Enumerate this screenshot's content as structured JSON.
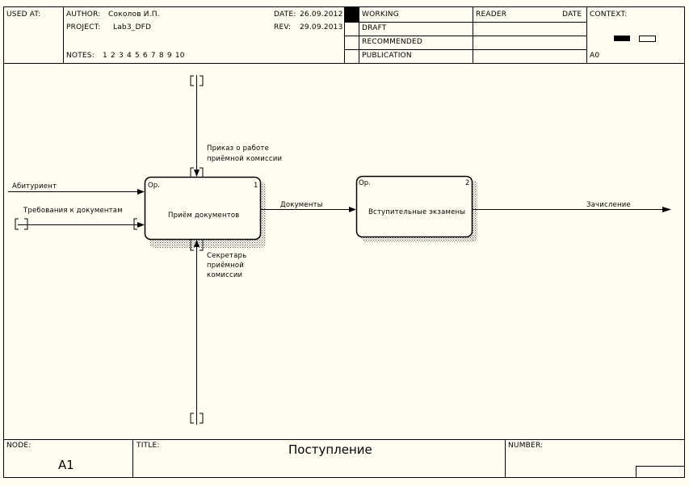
{
  "header": {
    "used_at": "USED AT:",
    "author_label": "AUTHOR:",
    "author": "Соколов И.П.",
    "project_label": "PROJECT:",
    "project": "Lab3_DFD",
    "date_label": "DATE:",
    "date": "26.09.2012",
    "rev_label": "REV:",
    "rev": "29.09.2013",
    "notes_label": "NOTES:",
    "notes": "1 2 3 4 5 6 7 8 9 10",
    "status": [
      "WORKING",
      "DRAFT",
      "RECOMMENDED",
      "PUBLICATION"
    ],
    "reader_label": "READER",
    "reader_date_label": "DATE",
    "context_label": "CONTEXT:",
    "context_node": "A0"
  },
  "diagram": {
    "box1": {
      "op": "Op.",
      "number": "1",
      "label": "Приём документов"
    },
    "box2": {
      "op": "Op.",
      "number": "2",
      "label": "Вступительные экзамены"
    },
    "arrows": {
      "input1": "Абитуриент",
      "control_left": "Требования к документам",
      "control_top_line1": "Приказ о работе",
      "control_top_line2": "приёмной комиссии",
      "mechanism_line1": "Секретарь",
      "mechanism_line2": "приёмной",
      "mechanism_line3": "комиссии",
      "link": "Документы",
      "output": "Зачисление"
    }
  },
  "footer": {
    "node_label": "NODE:",
    "node": "A1",
    "title_label": "TITLE:",
    "title": "Поступление",
    "number_label": "NUMBER:"
  }
}
